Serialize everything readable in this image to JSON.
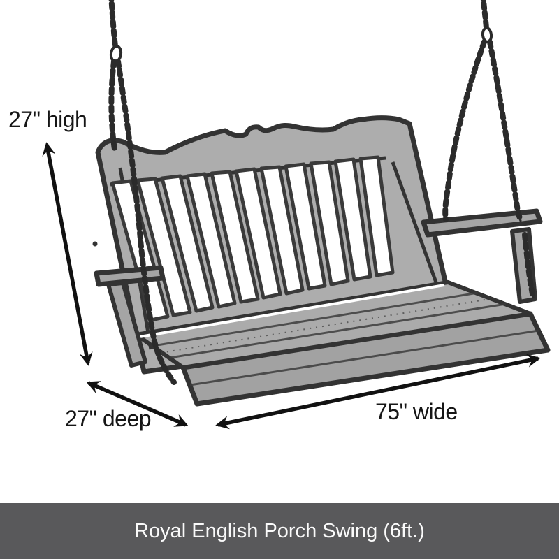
{
  "annotations": {
    "height_label": "27\" high",
    "depth_label": "27\" deep",
    "width_label": "75\" wide"
  },
  "caption": {
    "text": "Royal English Porch Swing (6ft.)",
    "bg_color": "#59595b",
    "text_color": "#fafafa"
  },
  "illustration": {
    "subject": "royal-english-porch-swing-with-hanging-chains",
    "wood_color": "#adadad",
    "outline_color": "#333333",
    "chain_color": "#2b2b2b",
    "annotation_color": "#111111",
    "background_color": "#ffffff",
    "slat_gap_count": 11
  }
}
